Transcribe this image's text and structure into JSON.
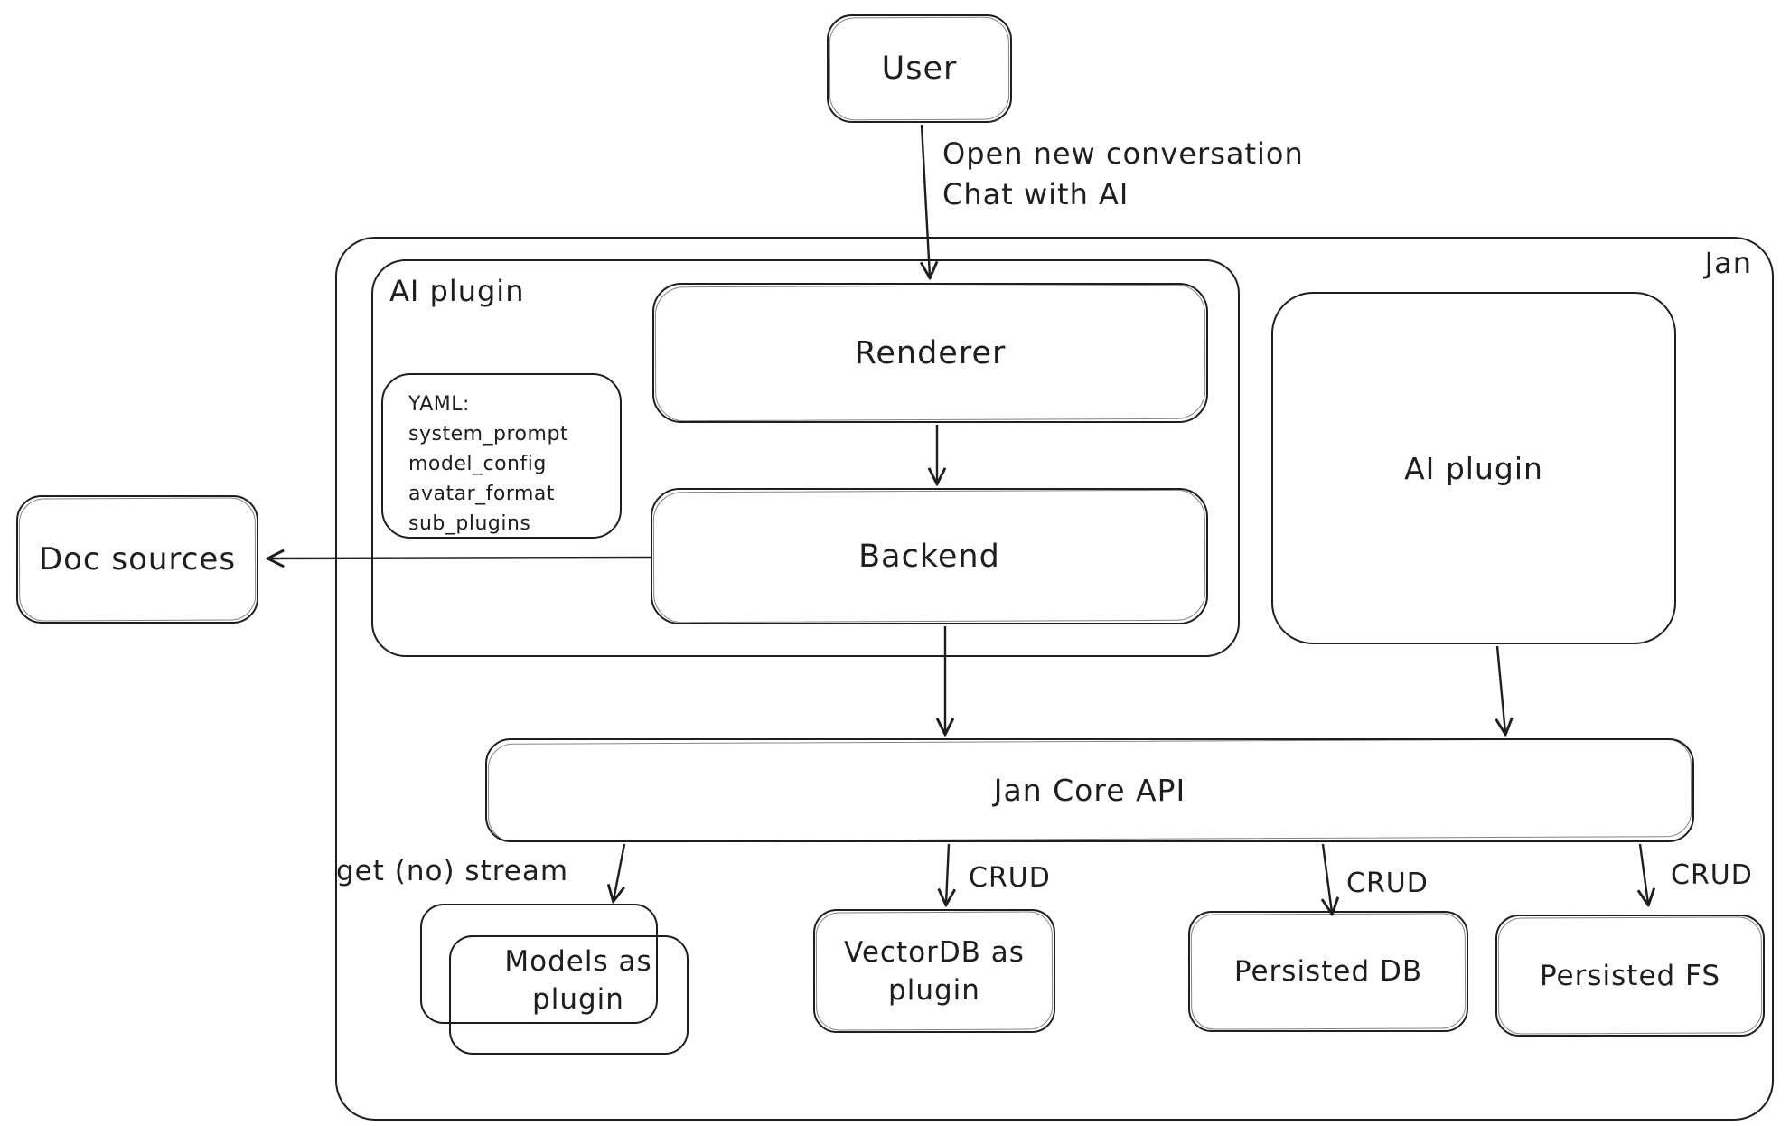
{
  "canvas": {
    "background": "#ffffff",
    "ink": "#1e1e1e"
  },
  "nodes": {
    "user": {
      "label": "User"
    },
    "jan_container": {
      "label": "Jan"
    },
    "ai_plugin_container": {
      "label": "AI plugin"
    },
    "renderer": {
      "label": "Renderer"
    },
    "yaml_note": {
      "lines": [
        "YAML:",
        "system_prompt",
        "model_config",
        "avatar_format",
        "sub_plugins"
      ]
    },
    "backend": {
      "label": "Backend"
    },
    "ai_plugin": {
      "label": "AI plugin"
    },
    "doc_sources": {
      "label": "Doc sources"
    },
    "jan_core_api": {
      "label": "Jan Core API"
    },
    "models_as_plugin": {
      "label": "Models as\nplugin"
    },
    "vectordb_as_plugin": {
      "label": "VectorDB as\nplugin"
    },
    "persisted_db": {
      "label": "Persisted DB"
    },
    "persisted_fs": {
      "label": "Persisted FS"
    }
  },
  "edges": {
    "user_to_renderer": {
      "label": "Open new conversation\nChat with AI"
    },
    "jan_core_api_to_models": {
      "label": "get (no) stream"
    },
    "jan_core_api_to_vectordb": {
      "label": "CRUD"
    },
    "jan_core_api_to_persisted_db": {
      "label": "CRUD"
    },
    "jan_core_api_to_persisted_fs": {
      "label": "CRUD"
    }
  }
}
